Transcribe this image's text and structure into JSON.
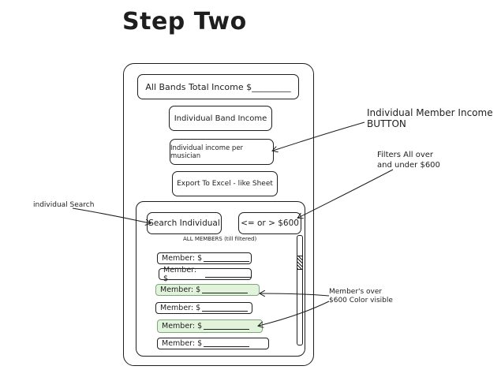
{
  "title": "Step Two",
  "buttons": {
    "total_income": "All Bands Total Income $_________",
    "band_income": "Individual Band Income",
    "musician_income": "Individual income per musician",
    "export": "Export To Excel - like Sheet"
  },
  "panel": {
    "search_label": "Search Individual",
    "filter_label": "<= or > $600",
    "members_heading": "ALL MEMBERS (till filtered)",
    "members": [
      {
        "label": "Member: $",
        "highlighted": false
      },
      {
        "label": "Member: $",
        "highlighted": false
      },
      {
        "label": "Member: $",
        "highlighted": true
      },
      {
        "label": "Member: $",
        "highlighted": false
      },
      {
        "label": "Member: $",
        "highlighted": true
      },
      {
        "label": "Member: $",
        "highlighted": false
      }
    ]
  },
  "annotations": {
    "member_income_button": {
      "line1": "Individual Member Income",
      "line2": "BUTTON"
    },
    "filters": {
      "line1": "Filters All over",
      "line2": "and under $600"
    },
    "search": "individual Search",
    "color": {
      "line1": "Member's over",
      "line2": "$600 Color visible"
    }
  },
  "colors": {
    "highlight": "#e2f3dc",
    "stroke": "#1e1e1e"
  }
}
